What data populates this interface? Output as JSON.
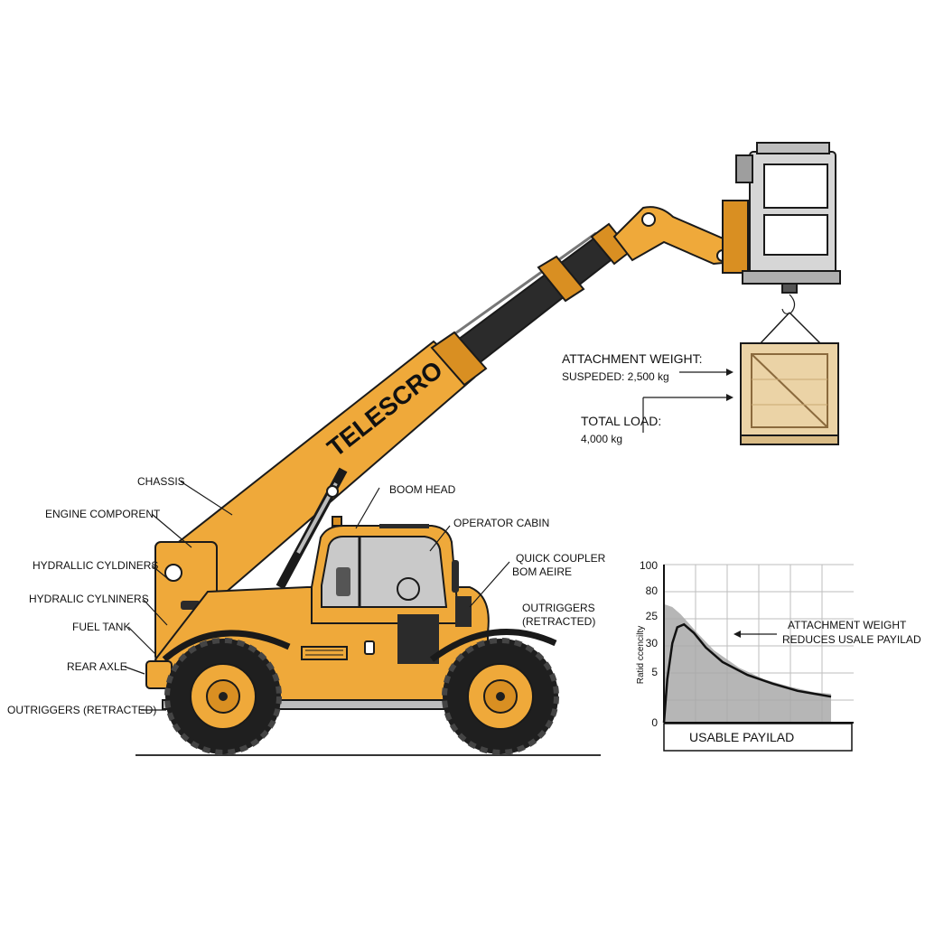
{
  "machine": {
    "brand": "TELESCRO"
  },
  "labels": {
    "chassis": "CHASSIS",
    "engine_component": "ENGINE COMPORENT",
    "hydraulic_cylinders_1": "HYDRALLIC CYLDINERS",
    "hydraulic_cylinders_2": "HYDRALIC CYLNINERS",
    "fuel_tank": "FUEL TANK",
    "rear_axle": "REAR AXLE",
    "outriggers_left": "OUTRIGGERS (RETRACTED)",
    "boom_head": "BOOM HEAD",
    "operator_cabin": "OPERATOR CABIN",
    "quick_coupler_1": "QUICK COUPLER",
    "quick_coupler_2": "BOM AEIRE",
    "outriggers_right_1": "OUTRIGGERS",
    "outriggers_right_2": "(RETRACTED)"
  },
  "load": {
    "attachment_title": "ATTACHMENT WEIGHT:",
    "attachment_value": "SUSPEDED: 2,500 kg",
    "total_title": "TOTAL LOAD:",
    "total_value": "4,000 kg"
  },
  "colors": {
    "machine_body": "#EFA93A",
    "machine_shadow": "#D98F22",
    "cabin_glass": "#C9C9C9",
    "tyre": "#1f1f1f",
    "crate": "#EBD3A6",
    "chart_fill": "#A9A9A9"
  },
  "chart_data": {
    "type": "area",
    "ylabel": "Ratid ccencilty",
    "y_tick_labels": [
      "100",
      "80",
      "25",
      "30",
      "5",
      "0"
    ],
    "annotation_1": "ATTACHMENT WEIGHT",
    "annotation_2": "REDUCES USALE PAYILAD",
    "xlabel": "USABLE PAYILAD",
    "grid": true,
    "series": [
      {
        "role": "curve",
        "x": [
          0,
          0.02,
          0.05,
          0.08,
          0.12,
          0.18,
          0.25,
          0.35,
          0.5,
          0.65,
          0.8,
          0.9,
          1.0
        ],
        "y": [
          0,
          30,
          55,
          66,
          68,
          62,
          52,
          42,
          33,
          27,
          22,
          20,
          18
        ]
      },
      {
        "role": "shaded-area",
        "x": [
          0,
          0.05,
          0.1,
          0.2,
          0.3,
          0.45,
          0.6,
          0.75,
          0.9,
          1.0
        ],
        "y": [
          82,
          80,
          75,
          62,
          50,
          38,
          30,
          25,
          21,
          20
        ]
      }
    ],
    "xlim": [
      0,
      1
    ],
    "ylim": [
      0,
      100
    ]
  }
}
